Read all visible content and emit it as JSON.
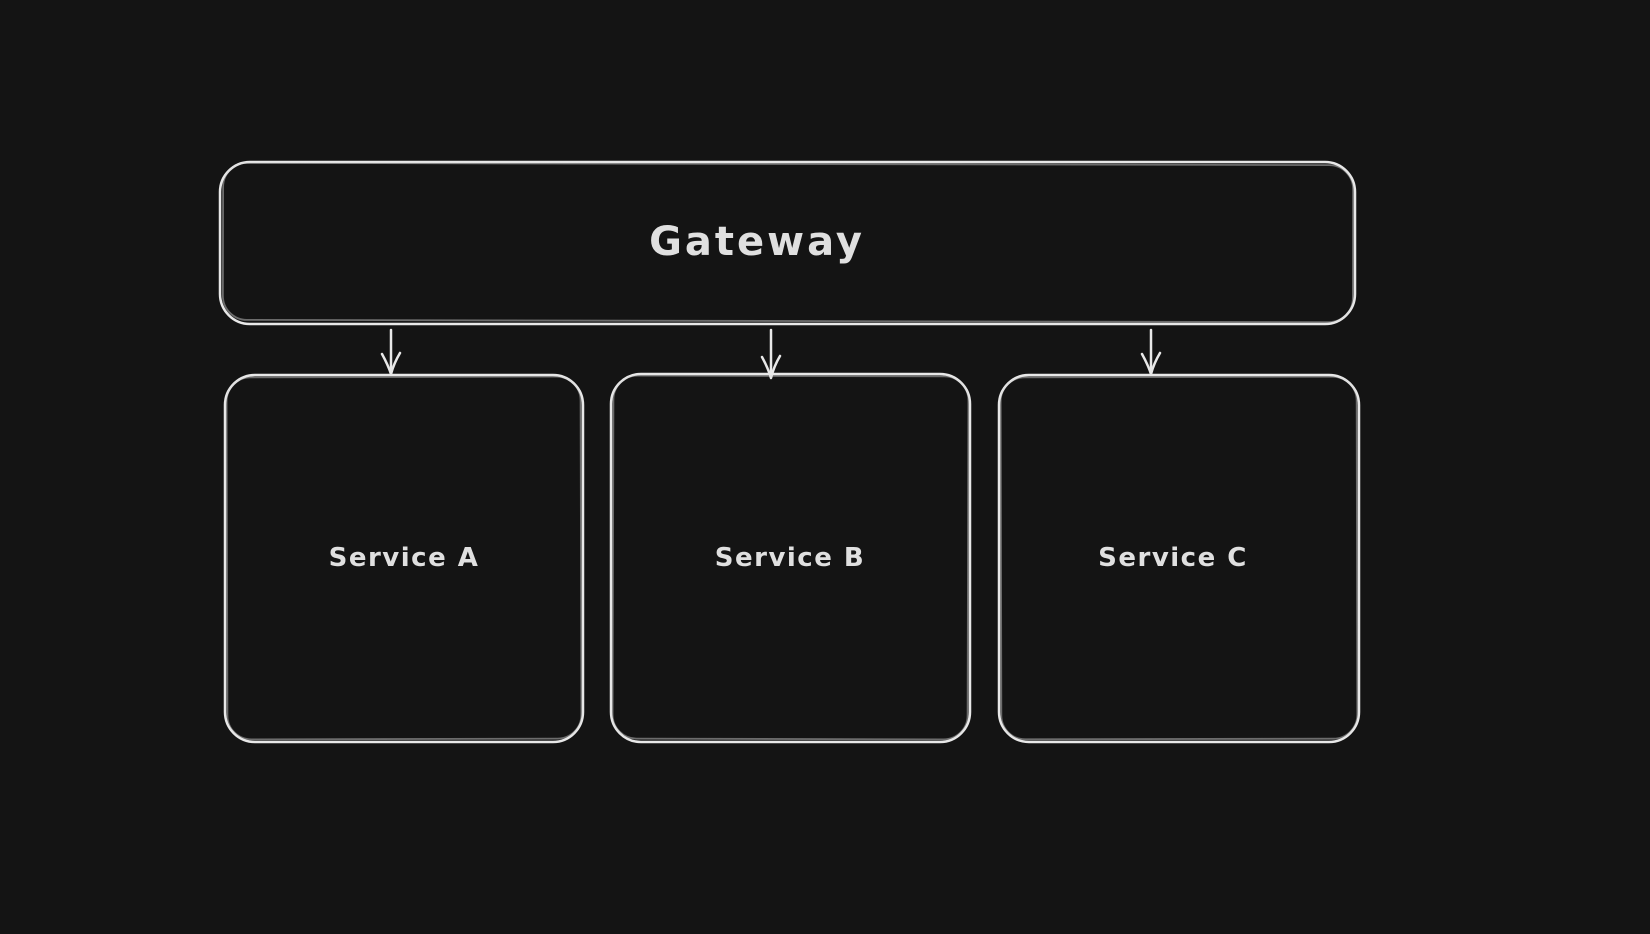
{
  "colors": {
    "background": "#141414",
    "stroke": "#e8e8e8",
    "stroke-soft": "rgba(215,215,215,0.45)",
    "text": "#e0e0e0"
  },
  "diagram": {
    "type": "flowchart",
    "style": "hand-drawn",
    "nodes": [
      {
        "id": "gateway",
        "label": "Gateway"
      },
      {
        "id": "service-a",
        "label": "Service A"
      },
      {
        "id": "service-b",
        "label": "Service B"
      },
      {
        "id": "service-c",
        "label": "Service C"
      }
    ],
    "edges": [
      {
        "from": "Gateway",
        "to": "Service A",
        "direction": "down",
        "arrow": "down-arrow"
      },
      {
        "from": "Gateway",
        "to": "Service B",
        "direction": "down",
        "arrow": "down-arrow"
      },
      {
        "from": "Gateway",
        "to": "Service C",
        "direction": "down",
        "arrow": "down-arrow"
      }
    ]
  }
}
